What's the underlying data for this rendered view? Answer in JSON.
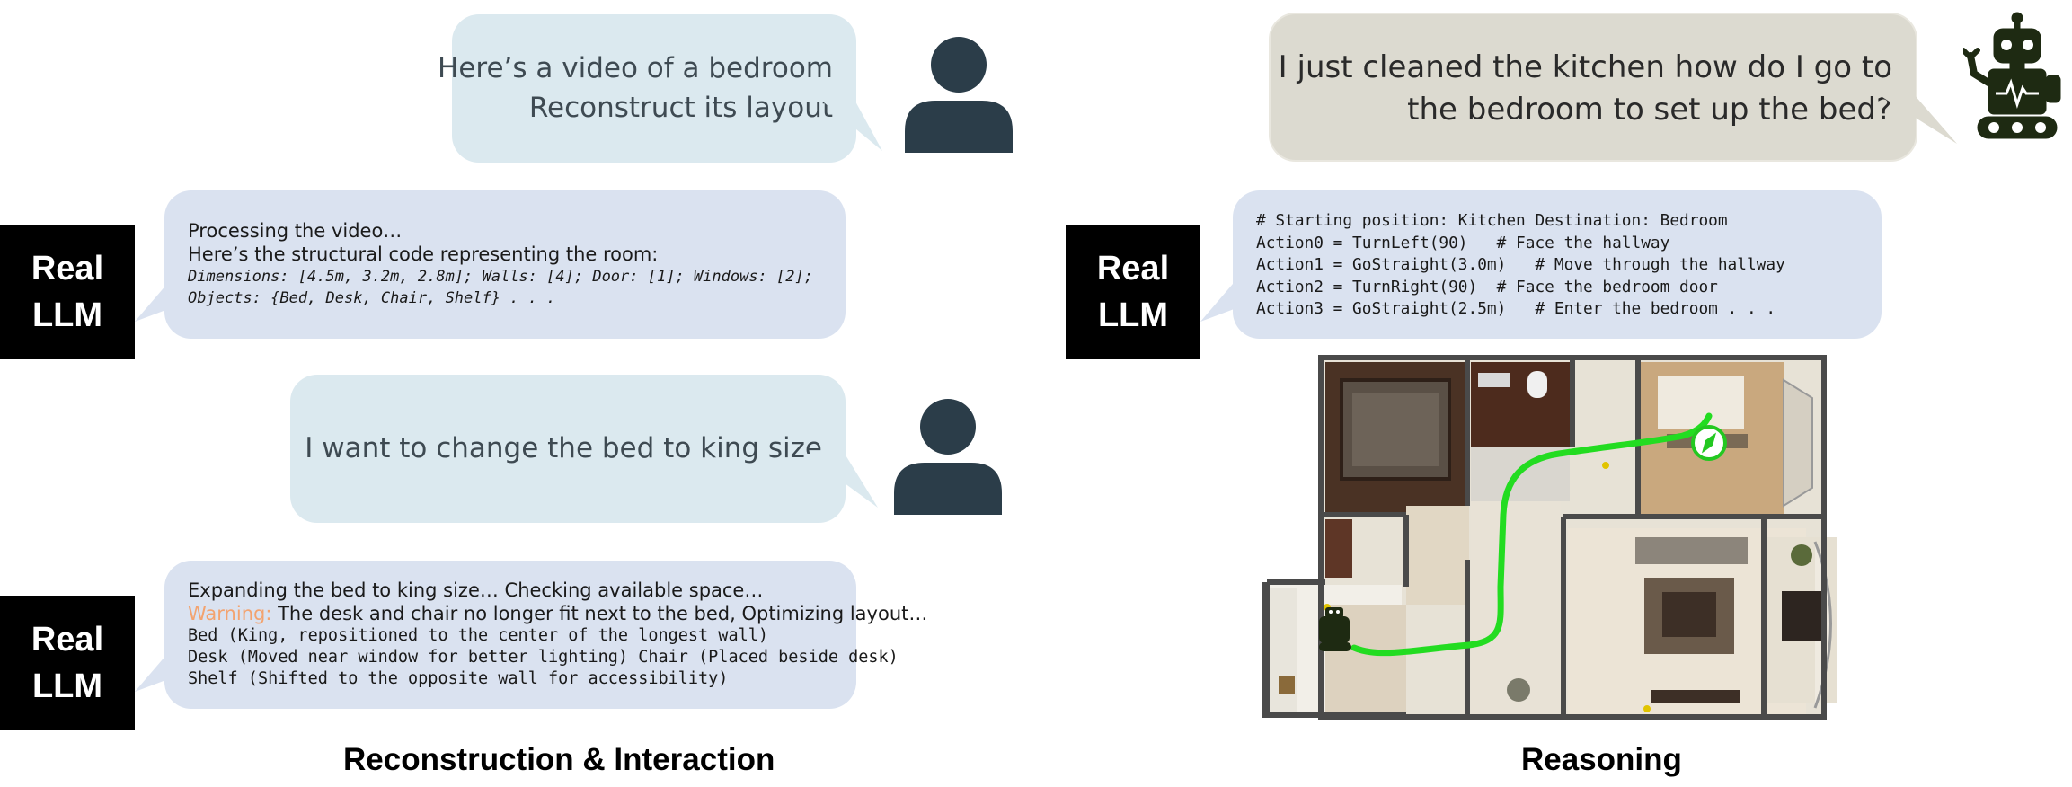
{
  "left_panel": {
    "user_msg_1": [
      "Here’s a video of a bedroom",
      "Reconstruct its layout"
    ],
    "llm_tag_1": [
      "Real",
      "LLM"
    ],
    "llm_reply_1": {
      "line1": "Processing the video…",
      "line2": "Here’s the structural code representing the room:",
      "code1": "Dimensions: [4.5m, 3.2m, 2.8m]; Walls: [4]; Door: [1]; Windows: [2];",
      "code2": "Objects: {Bed, Desk, Chair, Shelf} . . ."
    },
    "user_msg_2": "I want to change the bed to king size",
    "llm_tag_2": [
      "Real",
      "LLM"
    ],
    "llm_reply_2": {
      "line1": "Expanding the bed to king size… Checking available space…",
      "warning_label": "Warning:",
      "warning_text": " The desk and chair no longer fit next to the bed, Optimizing layout…",
      "code1": "Bed (King, repositioned to the center of the longest wall)",
      "code2": "Desk (Moved near window for better lighting) Chair (Placed beside desk)",
      "code3": "Shelf (Shifted to the opposite wall for accessibility)"
    },
    "caption": "Reconstruction & Interaction"
  },
  "right_panel": {
    "robot_msg": [
      "I just cleaned the kitchen how do I go to",
      "the bedroom to set up the bed?"
    ],
    "llm_tag": [
      "Real",
      "LLM"
    ],
    "llm_reply": [
      "# Starting position: Kitchen Destination: Bedroom",
      "Action0 = TurnLeft(90)   # Face the hallway",
      "Action1 = GoStraight(3.0m)   # Move through the hallway",
      "Action2 = TurnRight(90)  # Face the bedroom door",
      "Action3 = GoStraight(2.5m)   # Enter the bedroom . . ."
    ],
    "caption": "Reasoning"
  },
  "icons": {
    "user": "person-icon",
    "robot": "robot-icon",
    "compass": "compass-icon"
  },
  "colors": {
    "user_bubble": "#dbe9ef",
    "llm_bubble": "#dae2f0",
    "robot_bubble": "#dcdad0",
    "person_icon": "#2b3d49",
    "robot_icon": "#1e2a12",
    "path": "#23dc21",
    "warning": "#f3a36f"
  }
}
